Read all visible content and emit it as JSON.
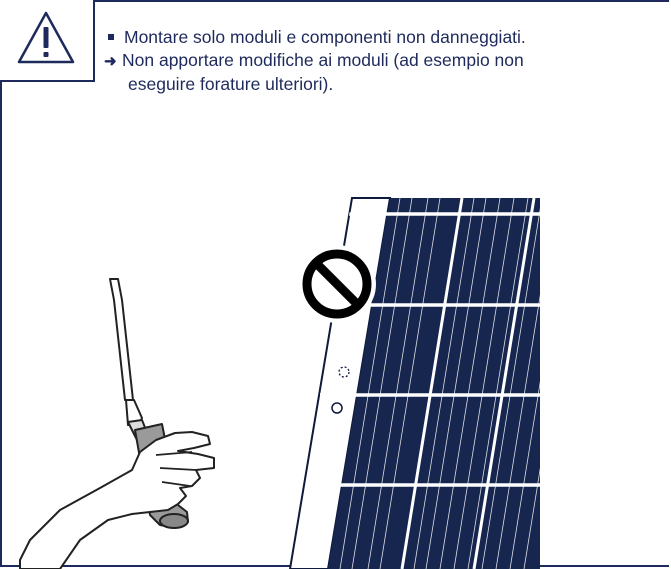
{
  "warning": {
    "icon": "warning-triangle-icon",
    "bullet_text": "Montare solo moduli e componenti non danneggiati.",
    "arrow_text_line1": "Non apportare modifiche ai moduli (ad esempio non",
    "arrow_text_line2": "eseguire forature ulteriori)."
  },
  "illustration": {
    "icons": [
      "screwdriver-icon",
      "hand-icon",
      "solar-panel-icon",
      "prohibition-sign-icon"
    ]
  },
  "colors": {
    "border": "#1f2a5c",
    "panel_cell": "#16264f"
  }
}
